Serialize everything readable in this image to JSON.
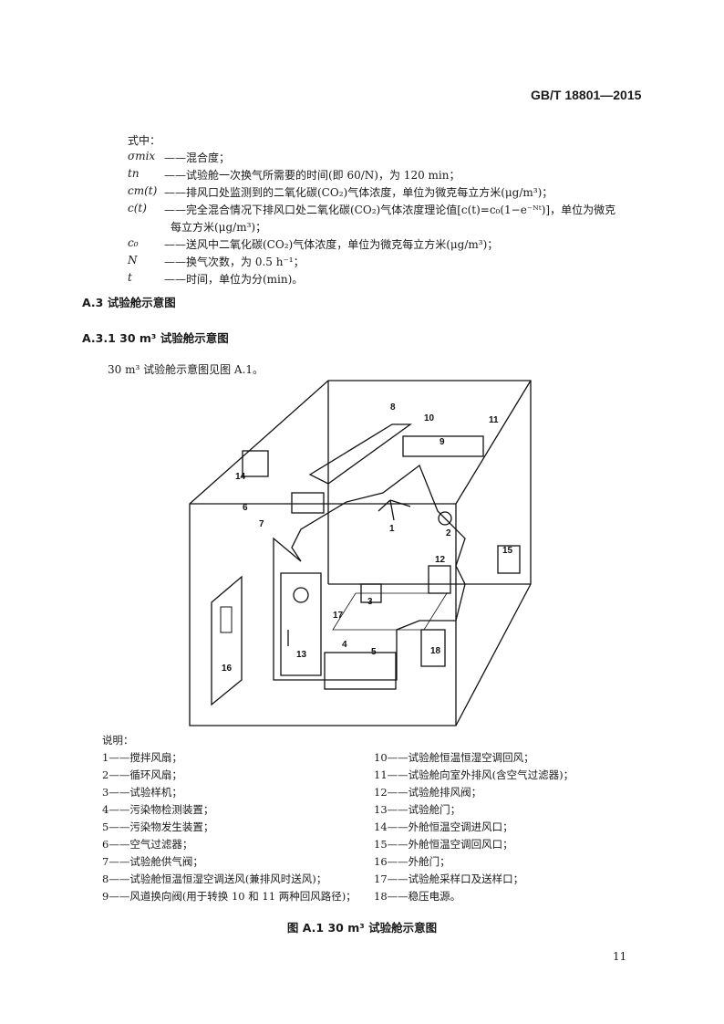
{
  "header": {
    "standard_code": "GB/T 18801—2015"
  },
  "formula_terms": {
    "intro": "式中：",
    "items": [
      {
        "symbol": "σmix",
        "desc": "——混合度；"
      },
      {
        "symbol": "tn",
        "desc": "——试验舱一次换气所需要的时间(即 60/N)，为 120 min；"
      },
      {
        "symbol": "cm(t)",
        "desc": "——排风口处监测到的二氧化碳(CO₂)气体浓度，单位为微克每立方米(μg/m³)；"
      },
      {
        "symbol": "c(t)",
        "desc": "——完全混合情况下排风口处二氧化碳(CO₂)气体浓度理论值[c(t)=c₀(1−e⁻ᴺᵗ)]，单位为微克",
        "desc_cont": "每立方米(μg/m³)；"
      },
      {
        "symbol": "c₀",
        "desc": "——送风中二氧化碳(CO₂)气体浓度，单位为微克每立方米(μg/m³)；"
      },
      {
        "symbol": "N",
        "desc": "——换气次数，为 0.5 h⁻¹；"
      },
      {
        "symbol": "t",
        "desc": "——时间，单位为分(min)。"
      }
    ]
  },
  "section": {
    "a3": "A.3  试验舱示意图",
    "a31": "A.3.1  30 m³ 试验舱示意图",
    "body": "30 m³ 试验舱示意图见图 A.1。"
  },
  "figure": {
    "callouts": [
      "1",
      "2",
      "3",
      "4",
      "5",
      "6",
      "7",
      "8",
      "9",
      "10",
      "11",
      "12",
      "13",
      "14",
      "15",
      "16",
      "17",
      "18"
    ],
    "legend_title": "说明：",
    "legend_left": [
      "1——搅拌风扇；",
      "2——循环风扇；",
      "3——试验样机；",
      "4——污染物检测装置；",
      "5——污染物发生装置；",
      "6——空气过滤器；",
      "7——试验舱供气阀；",
      "8——试验舱恒温恒湿空调送风(兼排风时送风)；",
      "9——风道换向阀(用于转换 10 和 11 两种回风路径)；"
    ],
    "legend_right": [
      "10——试验舱恒温恒湿空调回风；",
      "11——试验舱向室外排风(含空气过滤器)；",
      "12——试验舱排风阀；",
      "13——试验舱门；",
      "14——外舱恒温空调进风口；",
      "15——外舱恒温空调回风口；",
      "16——外舱门；",
      "17——试验舱采样口及送样口；",
      "18——稳压电源。"
    ],
    "caption": "图 A.1   30 m³ 试验舱示意图"
  },
  "page_number": "11"
}
